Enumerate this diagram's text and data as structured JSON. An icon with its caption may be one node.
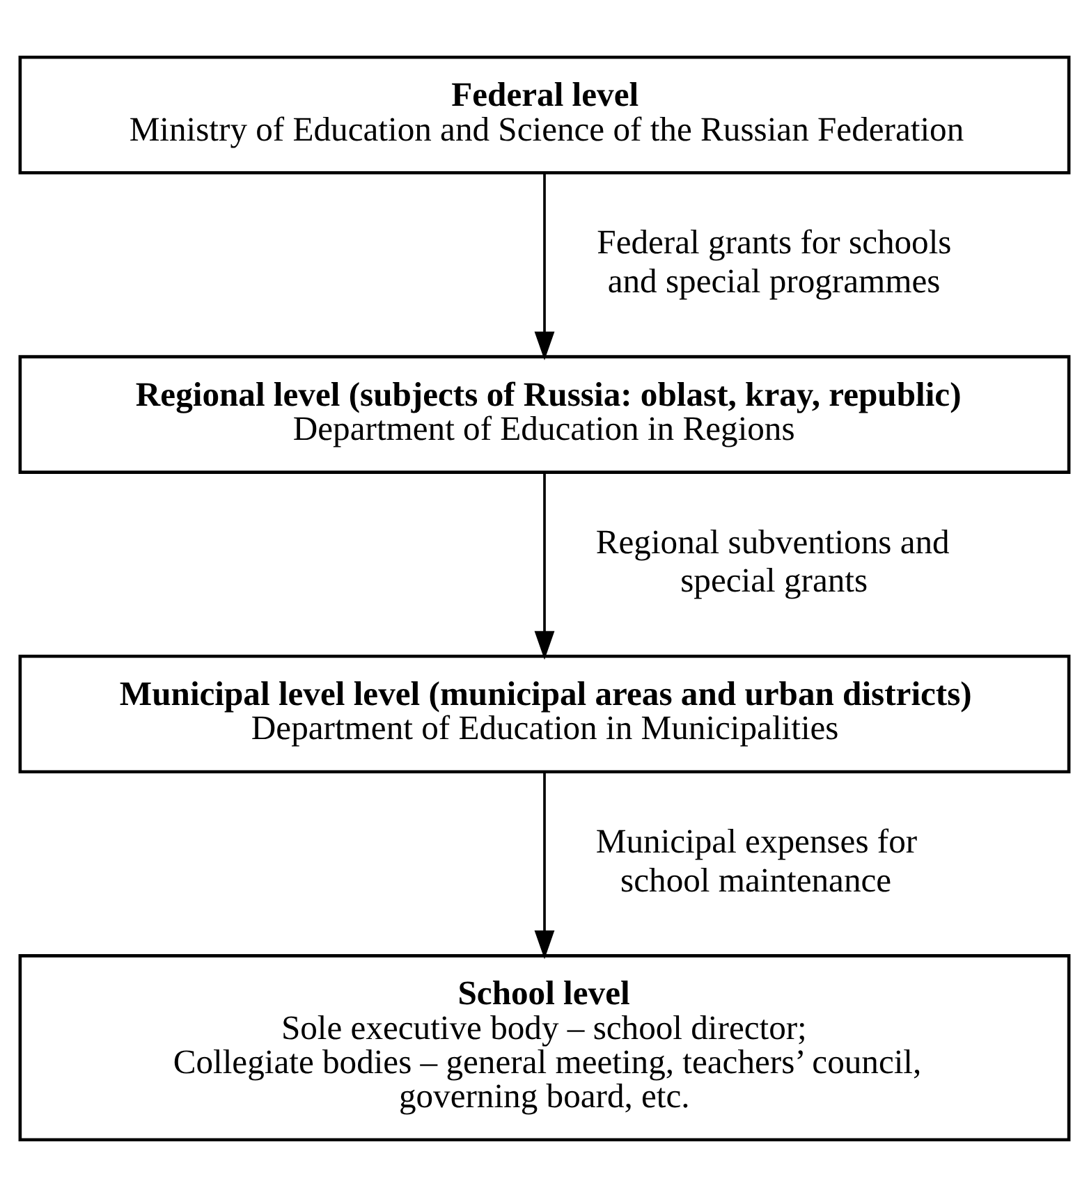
{
  "diagram": {
    "nodes": [
      {
        "text": [
          "Federal level",
          "Ministry of Education and Science of the Russian Federation"
        ]
      },
      {
        "text": [
          "Regional level (subjects of Russia: oblast, kray, republic)",
          "Department of Education in Regions"
        ]
      },
      {
        "text": [
          "Municipal level level (municipal areas and urban districts)",
          "Department of Education in Municipalities"
        ]
      },
      {
        "text": [
          "School level",
          "Sole executive body – school director;",
          "Collegiate bodies – general meeting, teachers’ council, governing board, etc."
        ]
      }
    ],
    "edges": [
      {
        "from": 0,
        "to": 1,
        "arrow": "to",
        "label": "Federal grants for schools and special programmes"
      },
      {
        "from": 1,
        "to": 2,
        "arrow": "to",
        "label": "Regional subventions and special grants"
      },
      {
        "from": 2,
        "to": 3,
        "arrow": "to",
        "label": "Municipal expenses for school maintenance"
      }
    ]
  }
}
